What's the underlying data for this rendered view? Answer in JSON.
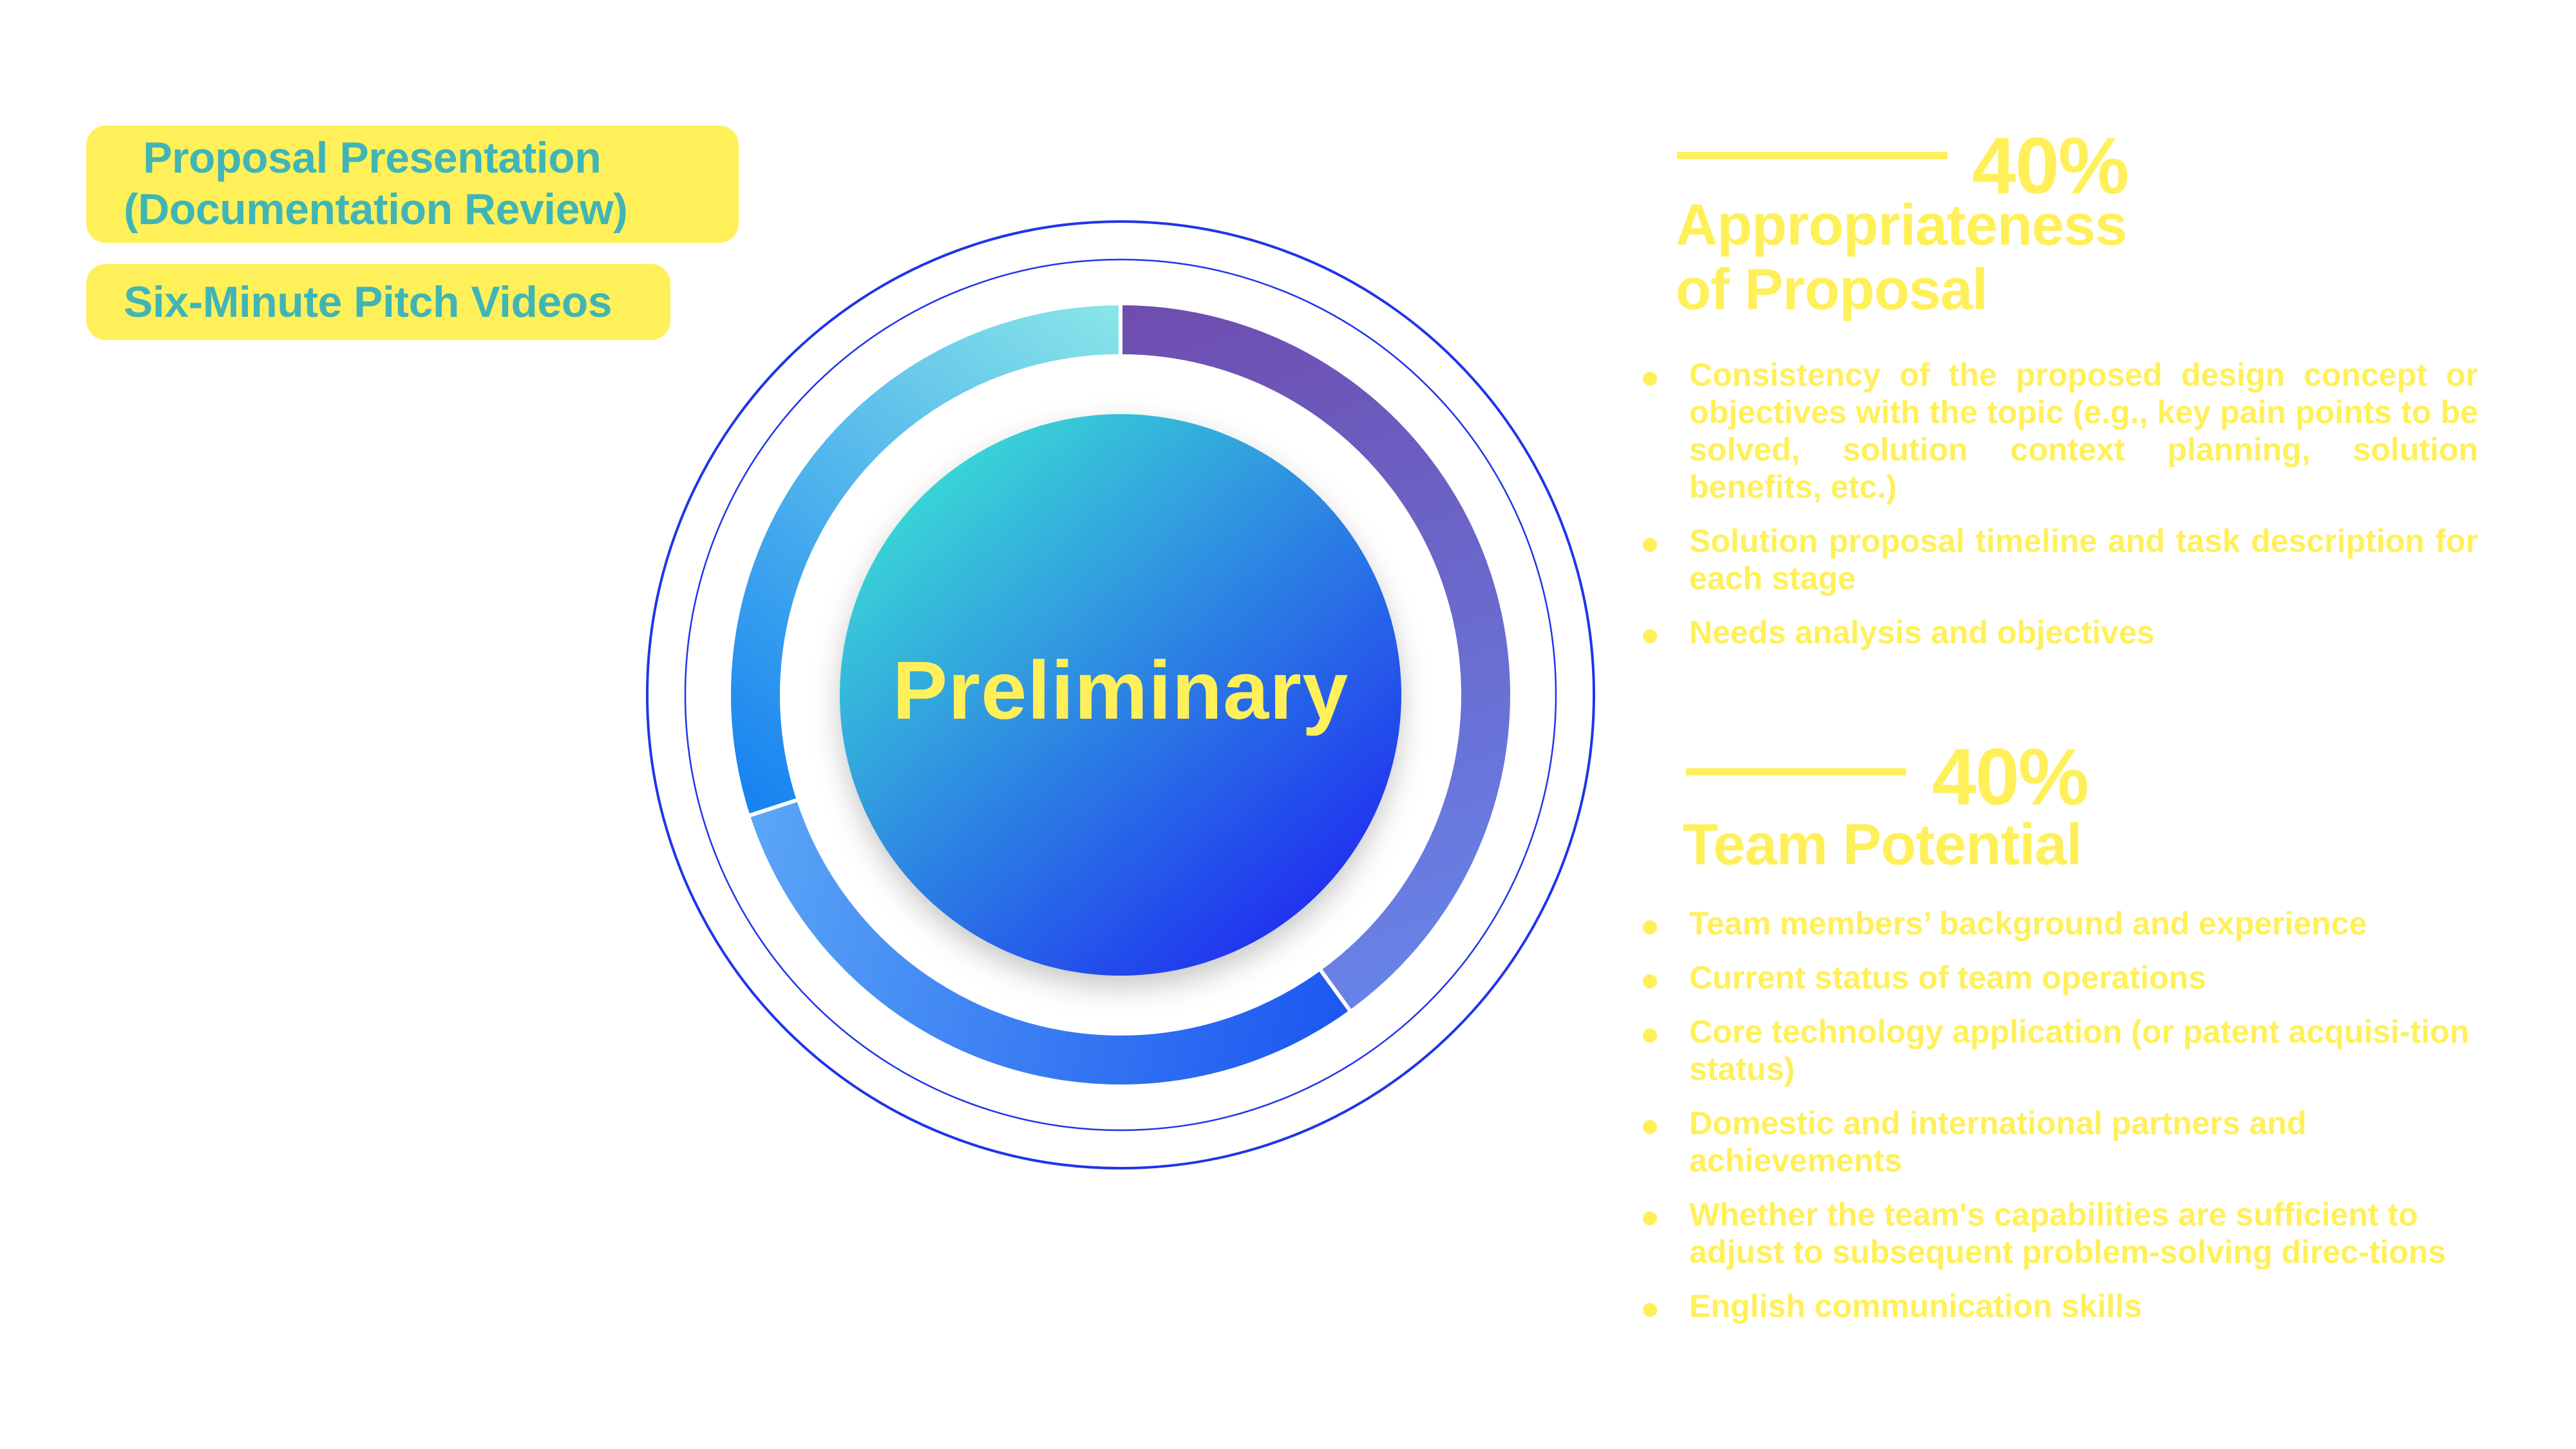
{
  "colors": {
    "yellow": "#fff05a",
    "teal_text": "#41b5b5",
    "ring": "#1f35e8",
    "white": "#ffffff"
  },
  "pills": [
    {
      "lines": [
        "Proposal Presentation",
        "(Documentation Review)"
      ]
    },
    {
      "lines": [
        "Six-Minute Pitch Videos"
      ]
    }
  ],
  "center_label": "Preliminary",
  "chart_data": {
    "type": "pie",
    "variant": "donut",
    "title": "Preliminary",
    "start_angle_deg": 0,
    "direction": "clockwise",
    "slices": [
      {
        "name": "segment-purple",
        "value": 40,
        "gradient": [
          "#6e4cae",
          "#6783e8"
        ]
      },
      {
        "name": "segment-blue",
        "value": 30,
        "gradient": [
          "#1d58f0",
          "#5aa6f6"
        ]
      },
      {
        "name": "segment-cyan",
        "value": 30,
        "gradient": [
          "#1884f0",
          "#8ae6e8"
        ]
      }
    ],
    "center_gradient": [
      "#3ad8d6",
      "#1f2ff0"
    ],
    "outer_rings": 2
  },
  "sections": [
    {
      "percent": "40%",
      "title_lines": [
        "Appropriateness",
        "of Proposal"
      ],
      "bullets": [
        "Consistency of the proposed design concept or objectives with the topic (e.g., key pain points to be solved, solution context planning, solution benefits, etc.)",
        "Solution proposal timeline and task description for each stage",
        "Needs analysis and objectives"
      ]
    },
    {
      "percent": "40%",
      "title_lines": [
        "Team Potential"
      ],
      "bullets": [
        "Team members’ background and experience",
        "Current status of team operations",
        "Core technology application (or patent acquisi-tion status)",
        "Domestic and international partners and achievements",
        "Whether the team's capabilities are sufficient to adjust to subsequent problem-solving direc-tions",
        "English communication skills"
      ]
    }
  ]
}
